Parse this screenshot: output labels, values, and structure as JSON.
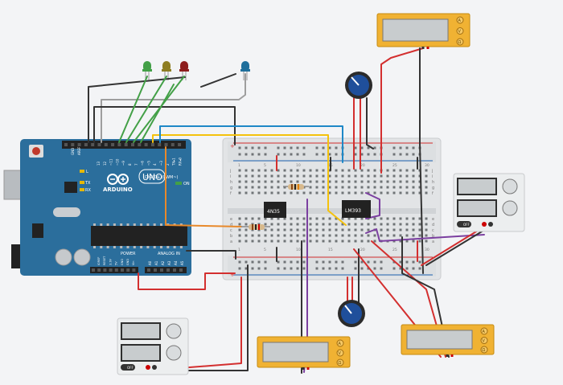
{
  "arduino": {
    "brand": "ARDUINO",
    "model": "UNO",
    "digital_label": "DIGITAL (PWM~)",
    "analog_label": "ANALOG IN",
    "power_label": "POWER",
    "on_label": "ON",
    "l_label": "L",
    "tx_label": "TX",
    "rx_label": "RX",
    "aref": "AREF",
    "gnd": "GND",
    "digital_pins": [
      "13",
      "12",
      "~11",
      "~10",
      "~9",
      "8",
      "7",
      "~6",
      "~5",
      "4",
      "~3",
      "2",
      "TX▸1",
      "RX◂0"
    ],
    "power_pins": [
      "IOREF",
      "RESET",
      "3.3V",
      "5V",
      "GND",
      "GND",
      "Vin"
    ],
    "analog_pins": [
      "A0",
      "A1",
      "A2",
      "A3",
      "A4",
      "A5"
    ]
  },
  "chips": {
    "optocoupler": "4N35",
    "comparator": "LM393"
  },
  "breadboard": {
    "col_labels": [
      "1",
      "5",
      "10",
      "15",
      "20",
      "25",
      "30"
    ],
    "row_labels_top": [
      "j",
      "i",
      "h",
      "g",
      "f"
    ],
    "row_labels_bottom": [
      "e",
      "d",
      "c",
      "b",
      "a"
    ]
  },
  "power_supplies": {
    "switch_label": "OFF"
  },
  "multimeters": {
    "dial_labels": [
      "A",
      "V",
      "Ω"
    ]
  },
  "colors": {
    "background": "#f3f4f6",
    "arduino_blue": "#2b6e9c",
    "breadboard": "#e2e4e6",
    "wire_red": "#d32f2f",
    "wire_black": "#333333",
    "wire_green": "#43a047",
    "wire_yellow": "#f4c20d",
    "wire_blue": "#1e88c7",
    "wire_orange": "#e8892b",
    "wire_purple": "#7b3fa0",
    "wire_gray": "#9e9e9e",
    "multimeter_frame": "#f0b233",
    "pot_blue": "#1f4f9b"
  },
  "leds": [
    {
      "color": "#43a047",
      "name": "green-led"
    },
    {
      "color": "#8d7d22",
      "name": "yellow-led"
    },
    {
      "color": "#8e1e1e",
      "name": "red-led"
    },
    {
      "color": "#1f6f9c",
      "name": "blue-led"
    }
  ]
}
